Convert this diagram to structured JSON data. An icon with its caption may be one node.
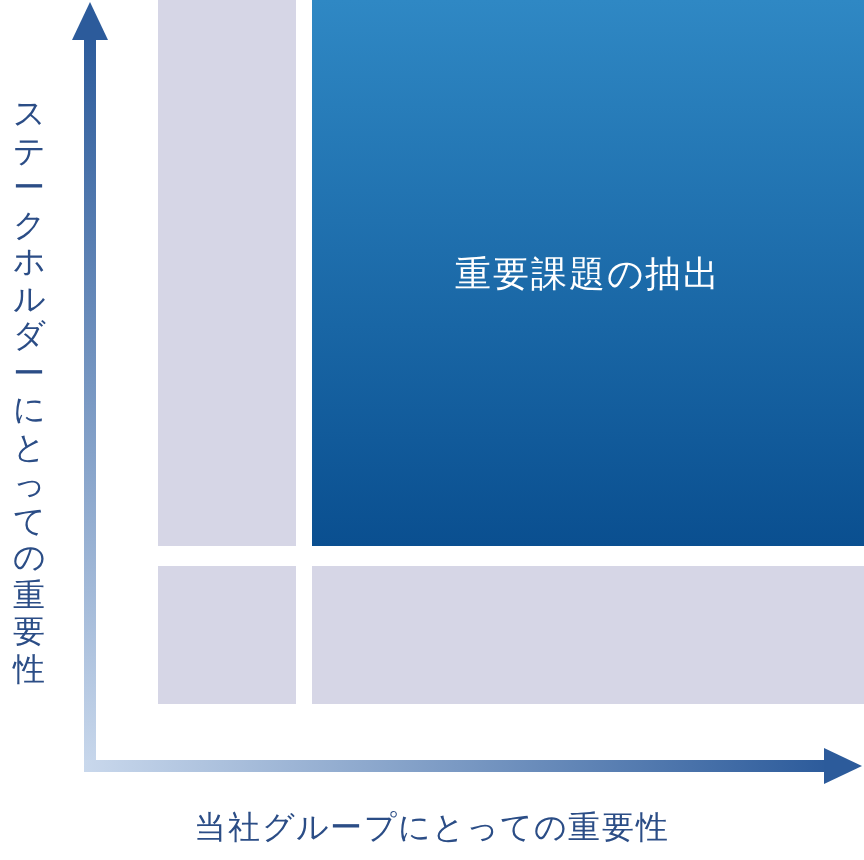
{
  "diagram": {
    "nodes": [
      {
        "text": [],
        "shape": "box"
      },
      {
        "text": [
          "重要課題の抽出"
        ]
      },
      {
        "text": [],
        "shape": "box"
      },
      {
        "text": [],
        "shape": "box"
      }
    ],
    "labels": [
      "ステークホルダーにとっての重要性",
      "当社グループにとっての重要性"
    ]
  }
}
